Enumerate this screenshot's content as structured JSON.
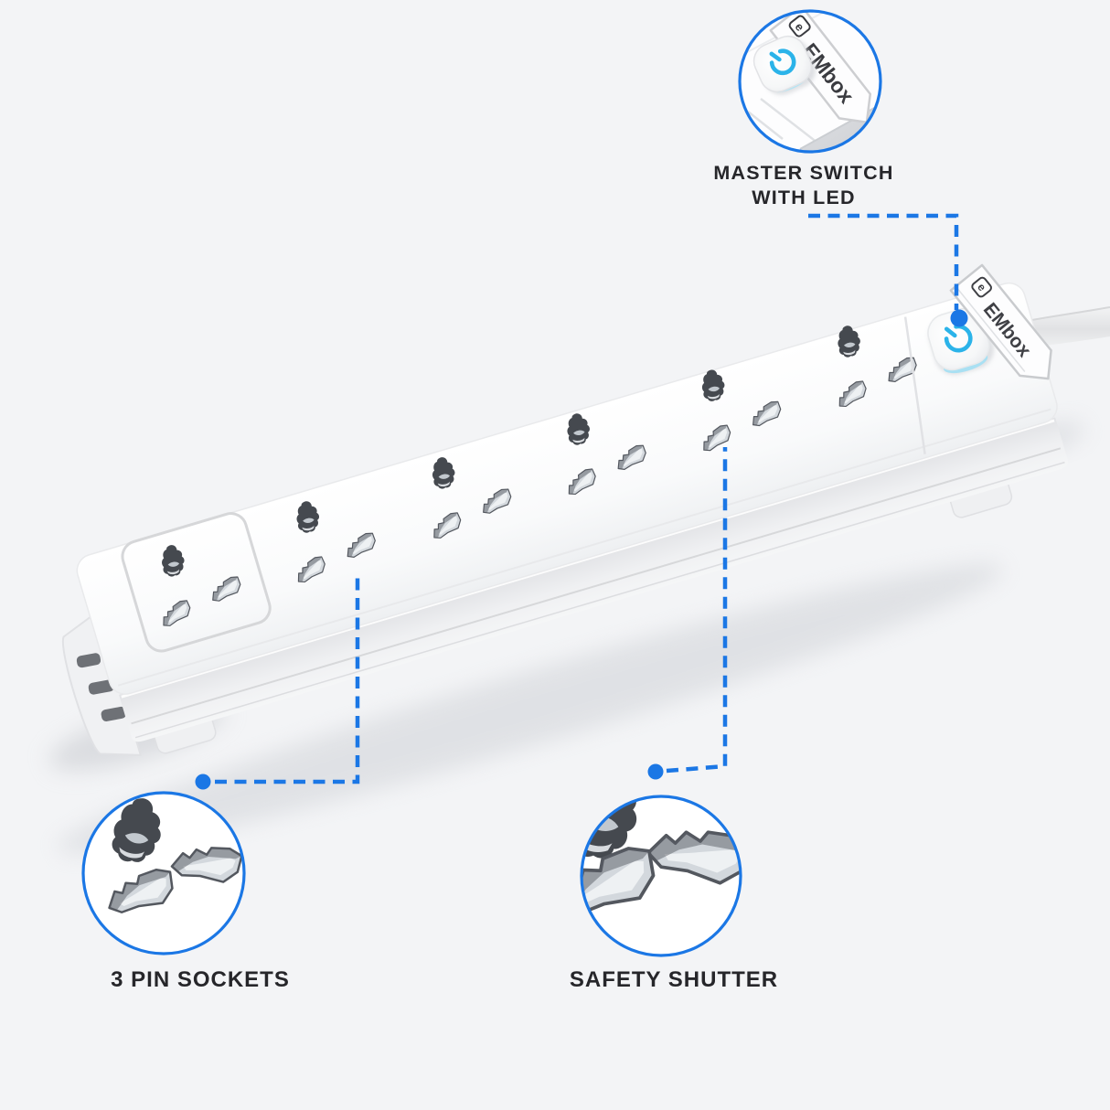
{
  "image": {
    "background": "#f3f4f6",
    "accent_blue": "#1b77e5",
    "led_cyan": "#2bb3e9",
    "label_color": "#26262a"
  },
  "brand": {
    "name": "EMbox",
    "icon_letter": "e"
  },
  "callouts": {
    "master_switch": {
      "line1": "MASTER SWITCH",
      "line2": "WITH LED"
    },
    "pin_sockets": {
      "label": "3 PIN SOCKETS"
    },
    "safety_shutter": {
      "label": "SAFETY SHUTTER"
    }
  },
  "product": {
    "socket_count": 6
  }
}
